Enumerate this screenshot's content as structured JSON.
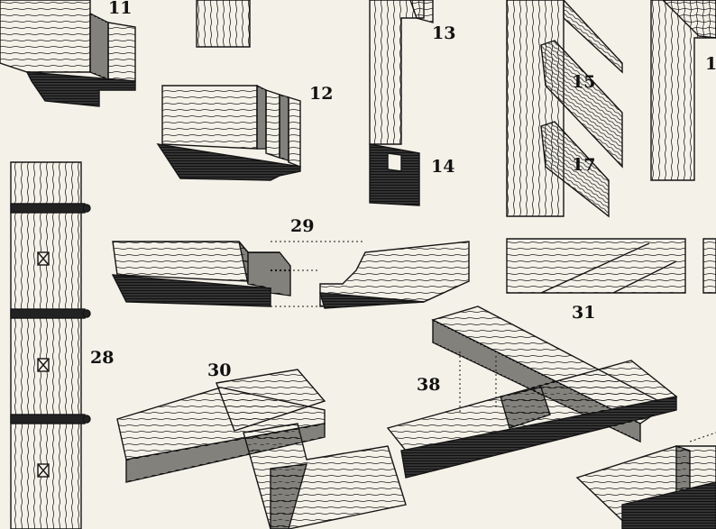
{
  "plate": {
    "background": "#f4f1e8",
    "ink": "#151515",
    "figure_labels": {
      "fig11": "11",
      "fig12": "12",
      "fig13": "13",
      "fig14": "14",
      "fig15": "15",
      "fig17": "17",
      "fig1_partial": "1",
      "fig28": "28",
      "fig29": "29",
      "fig30": "30",
      "fig31": "31",
      "fig38": "38"
    }
  }
}
